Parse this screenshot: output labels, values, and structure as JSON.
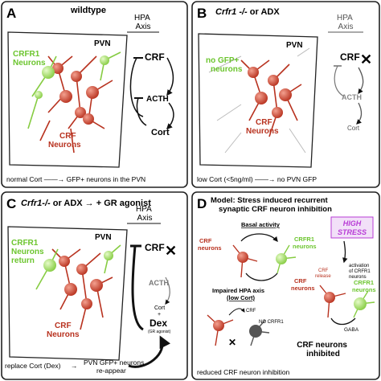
{
  "panels": {
    "a": {
      "letter": "A",
      "title": "wildtype",
      "region": "PVN",
      "hpa": [
        "HPA",
        "Axis"
      ],
      "crfr1_label": [
        "CRFR1",
        "Neurons"
      ],
      "crf_label": [
        "CRF",
        "Neurons"
      ],
      "chain": [
        "CRF",
        "ACTH",
        "Cort"
      ],
      "caption": "normal Cort ——→ GFP+ neurons in the PVN"
    },
    "b": {
      "letter": "B",
      "title_italic": "Crfr1 -/-",
      "title_rest": " or ADX",
      "region": "PVN",
      "hpa": [
        "HPA",
        "Axis"
      ],
      "gfp_label": [
        "no GFP+",
        "neurons"
      ],
      "crf_label": [
        "CRF",
        "Neurons"
      ],
      "chain": [
        "CRF",
        "ACTH",
        "Cort"
      ],
      "caption": "low Cort (<5ng/ml) ——→ no PVN GFP"
    },
    "c": {
      "letter": "C",
      "title_italic": "Crfr1-/-",
      "title_rest": " or ADX → + GR agonist",
      "region": "PVN",
      "hpa": [
        "HPA",
        "Axis"
      ],
      "crfr1_label": [
        "CRFR1",
        "Neurons",
        "return"
      ],
      "crf_label": [
        "CRF",
        "Neurons"
      ],
      "chain": [
        "CRF",
        "ACTH",
        "Cort",
        "+",
        "Dex",
        "(GR agonist)"
      ],
      "caption_left": "replace Cort (Dex)",
      "caption_right": [
        "PVN GFP+ neurons",
        "re-appear"
      ]
    },
    "d": {
      "letter": "D",
      "title": [
        "Model: Stress induced recurrent",
        "synaptic CRF neuron inhibition"
      ],
      "basal": "Basal activity",
      "crf_neurons": [
        "CRF",
        "neurons"
      ],
      "crfr1": [
        "CRFR1",
        "neurons"
      ],
      "high_stress": [
        "HIGH",
        "STRESS"
      ],
      "crf_release": [
        "CRF",
        "release"
      ],
      "activation": [
        "activation",
        "of CRFR1",
        "neurons"
      ],
      "impaired": [
        "Impaired HPA axis",
        "(low Cort)"
      ],
      "crf_small": "CRF",
      "no_crfr1": "NO CRFR1",
      "gaba": "GABA",
      "inhibited": [
        "CRF neurons",
        "inhibited"
      ],
      "caption": "reduced CRF neuron inhibition"
    }
  },
  "colors": {
    "crf": "#c0392b",
    "crfr1": "#8bd14a",
    "stress": "#b83bd6",
    "panel_border": "#222222"
  },
  "icons": [
    "arrow-icon",
    "inhibition-bar-icon",
    "cross-mark-icon"
  ]
}
